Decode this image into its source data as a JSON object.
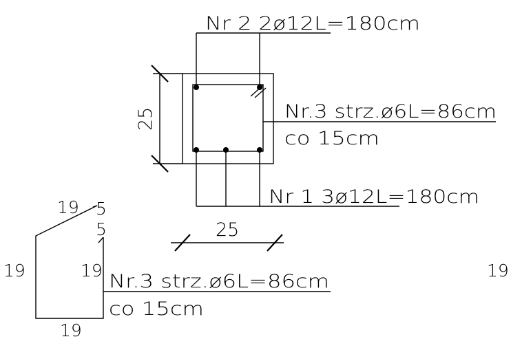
{
  "section": {
    "top_bar_label": "Nr 2 2ø12L=180cm",
    "stirrup_label_1": "Nr.3 strz.ø6L=86cm",
    "stirrup_label_2": "co 15cm",
    "bottom_bar_label": "Nr 1 3ø12L=180cm",
    "height_dim": "25",
    "width_dim": "25"
  },
  "stirrup_shape": {
    "top_left_dim": "19",
    "top_right_dim": "5",
    "hook_dim": "5",
    "left_dim": "19",
    "right_dim": "19",
    "bottom_dim": "19",
    "label_1": "Nr.3 strz.ø6L=86cm",
    "label_2": "co 15cm"
  },
  "extra": {
    "far_right_dim": "19"
  }
}
